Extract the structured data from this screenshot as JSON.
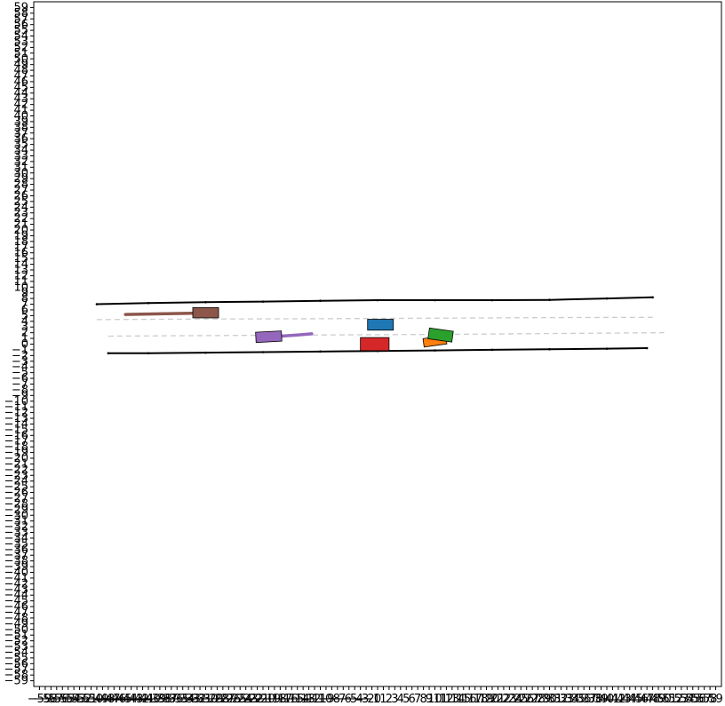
{
  "chart_data": {
    "type": "scatter",
    "title": "",
    "xlabel": "",
    "ylabel": "",
    "xlim": [
      -60,
      60
    ],
    "ylim": [
      -60,
      60
    ],
    "xticks": [
      -59,
      59,
      1
    ],
    "yticks": [
      -59,
      59,
      1
    ],
    "grid": false,
    "colors": {
      "road_edge": "#000000",
      "lane_line": "#cccccc",
      "blue": "#1f77b4",
      "orange": "#ff7f0e",
      "green": "#2ca02c",
      "red": "#d62728",
      "purple": "#9467bd",
      "brown": "#8c564b"
    },
    "road_edges": [
      {
        "name": "upper-edge",
        "points": [
          [
            -49,
            7.0
          ],
          [
            -40,
            7.2
          ],
          [
            -30,
            7.35
          ],
          [
            -20,
            7.45
          ],
          [
            -10,
            7.6
          ],
          [
            0,
            7.7
          ],
          [
            10,
            7.7
          ],
          [
            20,
            7.7
          ],
          [
            30,
            7.75
          ],
          [
            40,
            8.0
          ],
          [
            48,
            8.2
          ]
        ]
      },
      {
        "name": "lower-edge",
        "points": [
          [
            -47,
            -1.6
          ],
          [
            -40,
            -1.6
          ],
          [
            -30,
            -1.5
          ],
          [
            -20,
            -1.4
          ],
          [
            -10,
            -1.3
          ],
          [
            0,
            -1.2
          ],
          [
            10,
            -1.1
          ],
          [
            20,
            -1.0
          ],
          [
            30,
            -0.9
          ],
          [
            40,
            -0.8
          ],
          [
            47,
            -0.7
          ]
        ]
      }
    ],
    "lane_lines": [
      {
        "name": "lane-divider-upper",
        "points": [
          [
            -49,
            4.3
          ],
          [
            -30,
            4.4
          ],
          [
            -10,
            4.45
          ],
          [
            10,
            4.55
          ],
          [
            30,
            4.65
          ],
          [
            48,
            4.7
          ]
        ]
      },
      {
        "name": "lane-divider-lower",
        "points": [
          [
            -47,
            1.4
          ],
          [
            -30,
            1.5
          ],
          [
            -10,
            1.6
          ],
          [
            10,
            1.7
          ],
          [
            30,
            1.85
          ],
          [
            50,
            2.0
          ]
        ]
      }
    ],
    "vehicles": [
      {
        "name": "blue",
        "color": "blue",
        "x": 0.5,
        "y": 3.4,
        "length": 4.5,
        "width": 1.9,
        "heading": 0
      },
      {
        "name": "red",
        "color": "red",
        "x": -0.5,
        "y": 0.0,
        "length": 5.0,
        "width": 2.3,
        "heading": 0
      },
      {
        "name": "orange",
        "color": "orange",
        "x": 10.0,
        "y": 0.5,
        "length": 4.0,
        "width": 1.5,
        "heading": 8
      },
      {
        "name": "green",
        "color": "green",
        "x": 11.0,
        "y": 1.6,
        "length": 4.2,
        "width": 1.9,
        "heading": -8
      },
      {
        "name": "purple",
        "color": "purple",
        "x": -19.0,
        "y": 1.3,
        "length": 4.5,
        "width": 1.8,
        "heading": 3
      },
      {
        "name": "brown",
        "color": "brown",
        "x": -30.0,
        "y": 5.5,
        "length": 4.5,
        "width": 1.8,
        "heading": 0
      }
    ],
    "trails": [
      {
        "name": "purple-trail",
        "color": "purple",
        "points": [
          [
            -16.8,
            1.4
          ],
          [
            -14,
            1.6
          ],
          [
            -11.5,
            1.8
          ]
        ]
      },
      {
        "name": "brown-trail",
        "color": "brown",
        "points": [
          [
            -44,
            5.2
          ],
          [
            -38,
            5.3
          ],
          [
            -32.3,
            5.4
          ]
        ]
      }
    ]
  }
}
